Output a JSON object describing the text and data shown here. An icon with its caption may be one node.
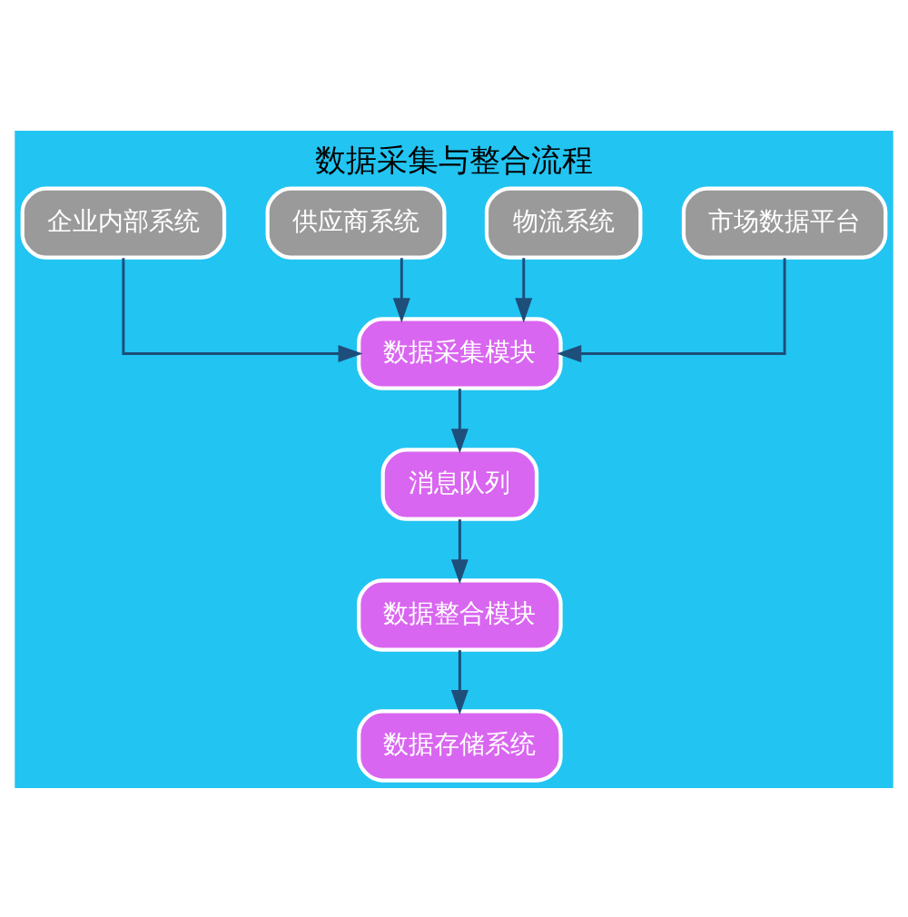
{
  "diagram": {
    "title": "数据采集与整合流程",
    "nodes": [
      {
        "text": [
          "企业内部系统"
        ]
      },
      {
        "text": [
          "供应商系统"
        ]
      },
      {
        "text": [
          "物流系统"
        ]
      },
      {
        "text": [
          "市场数据平台"
        ]
      },
      {
        "text": [
          "数据采集模块"
        ]
      },
      {
        "text": [
          "消息队列"
        ]
      },
      {
        "text": [
          "数据整合模块"
        ]
      },
      {
        "text": [
          "数据存储系统"
        ]
      }
    ],
    "edges": [
      {
        "from": 0,
        "to": 4,
        "arrow": "to"
      },
      {
        "from": 1,
        "to": 4,
        "arrow": "to"
      },
      {
        "from": 2,
        "to": 4,
        "arrow": "to"
      },
      {
        "from": 3,
        "to": 4,
        "arrow": "to"
      },
      {
        "from": 4,
        "to": 5,
        "arrow": "to"
      },
      {
        "from": 5,
        "to": 6,
        "arrow": "to"
      },
      {
        "from": 6,
        "to": 7,
        "arrow": "to"
      }
    ]
  }
}
